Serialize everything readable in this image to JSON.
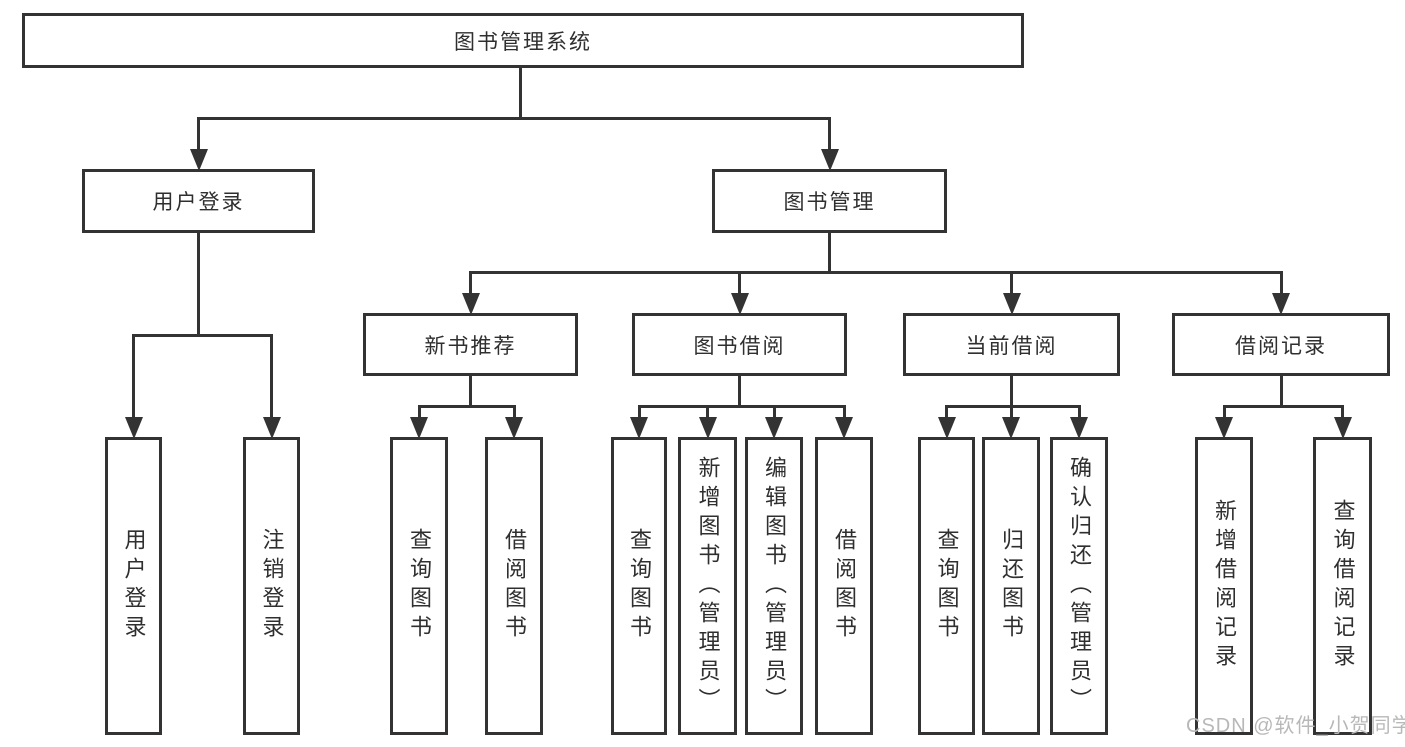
{
  "diagram": {
    "type": "hierarchy-tree",
    "root_label": "图书管理系统"
  },
  "nodes": [
    {
      "id": "root",
      "label": "图书管理系统",
      "parent": null
    },
    {
      "id": "user-login",
      "label": "用户登录",
      "parent": "root"
    },
    {
      "id": "book-mgmt",
      "label": "图书管理",
      "parent": "root"
    },
    {
      "id": "user-login-leaf",
      "label": "用户登录",
      "parent": "user-login"
    },
    {
      "id": "logout-leaf",
      "label": "注销登录",
      "parent": "user-login"
    },
    {
      "id": "new-book-rec",
      "label": "新书推荐",
      "parent": "book-mgmt"
    },
    {
      "id": "book-borrow",
      "label": "图书借阅",
      "parent": "book-mgmt"
    },
    {
      "id": "current-borrow",
      "label": "当前借阅",
      "parent": "book-mgmt"
    },
    {
      "id": "borrow-records",
      "label": "借阅记录",
      "parent": "book-mgmt"
    },
    {
      "id": "query-books-rec",
      "label": "查询图书",
      "parent": "new-book-rec"
    },
    {
      "id": "borrow-book-rec",
      "label": "借阅图书",
      "parent": "new-book-rec"
    },
    {
      "id": "query-books-borrow",
      "label": "查询图书",
      "parent": "book-borrow"
    },
    {
      "id": "add-book-admin",
      "label": "新增图书（管理员）",
      "parent": "book-borrow"
    },
    {
      "id": "edit-book-admin",
      "label": "编辑图书（管理员）",
      "parent": "book-borrow"
    },
    {
      "id": "borrow-book-leaf",
      "label": "借阅图书",
      "parent": "book-borrow"
    },
    {
      "id": "query-books-current",
      "label": "查询图书",
      "parent": "current-borrow"
    },
    {
      "id": "return-book",
      "label": "归还图书",
      "parent": "current-borrow"
    },
    {
      "id": "confirm-return-admin",
      "label": "确认归还（管理员）",
      "parent": "current-borrow"
    },
    {
      "id": "add-borrow-record",
      "label": "新增借阅记录",
      "parent": "borrow-records"
    },
    {
      "id": "query-borrow-record",
      "label": "查询借阅记录",
      "parent": "borrow-records"
    }
  ],
  "watermark": {
    "text": "CSDN @软件_小贺同学"
  },
  "colors": {
    "line": "#333333",
    "text": "#2f2f2f",
    "watermark": "#b8b8b8",
    "background": "#ffffff"
  }
}
